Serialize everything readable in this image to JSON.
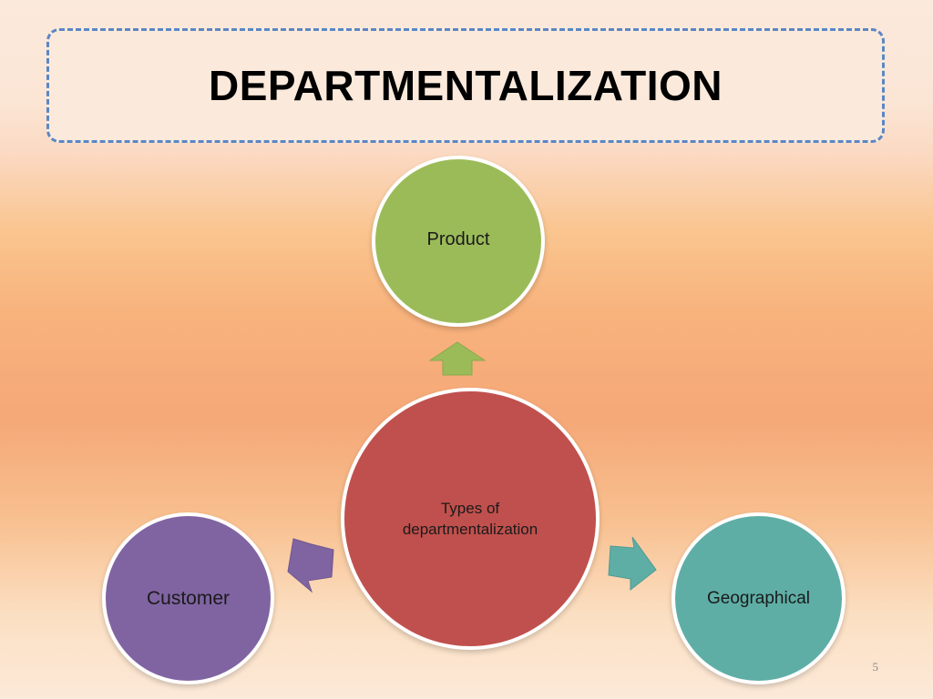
{
  "title": "DEPARTMENTALIZATION",
  "diagram": {
    "center": {
      "label": "Types of departmentalization",
      "color": "#c0504d"
    },
    "nodes": [
      {
        "label": "Product",
        "color": "#9bbb59"
      },
      {
        "label": "Customer",
        "color": "#8064a2"
      },
      {
        "label": "Geographical",
        "color": "#5eaea6"
      }
    ]
  },
  "slide_number": "5",
  "colors": {
    "title_border": "#5b86c4",
    "arrow_product": "#9bbb59",
    "arrow_customer": "#8064a2",
    "arrow_geographical": "#5eaea6"
  }
}
